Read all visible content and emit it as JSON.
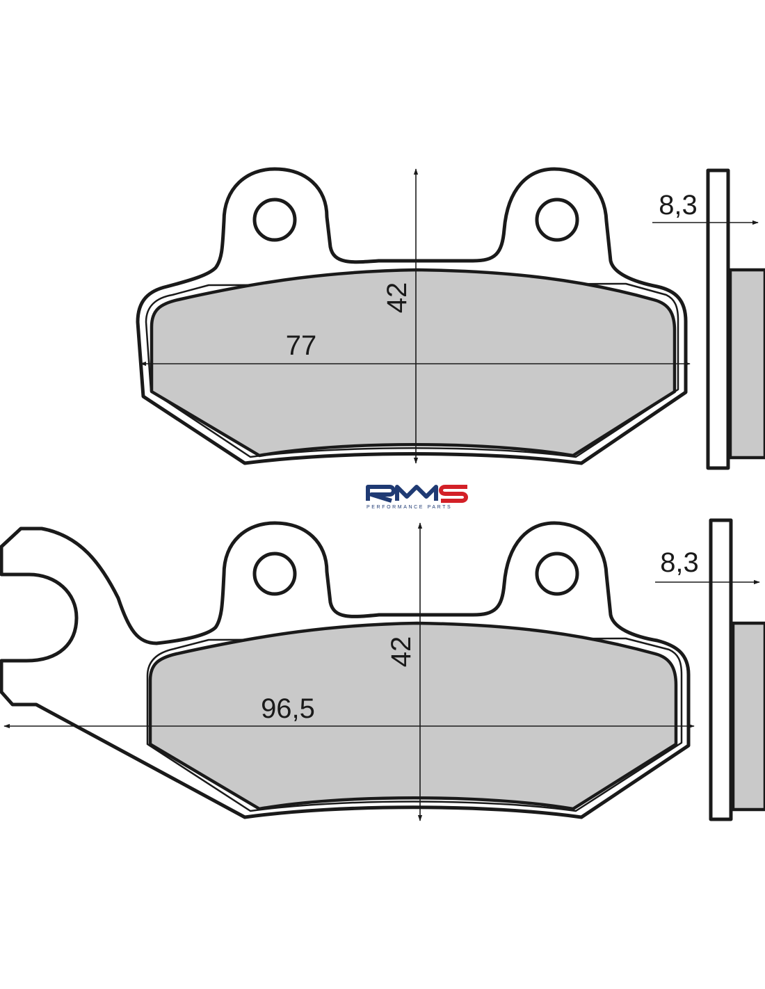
{
  "colors": {
    "outline": "#1a1a1a",
    "friction_pad": "#c9c9c9",
    "logo_blue": "#1f3a73",
    "logo_red": "#d32027"
  },
  "logo": {
    "name": "RMS",
    "tagline": "PERFORMANCE PARTS"
  },
  "pads": [
    {
      "width_label": "77",
      "height_label": "42",
      "thickness_label": "8,3"
    },
    {
      "width_label": "96,5",
      "height_label": "42",
      "thickness_label": "8,3"
    }
  ]
}
